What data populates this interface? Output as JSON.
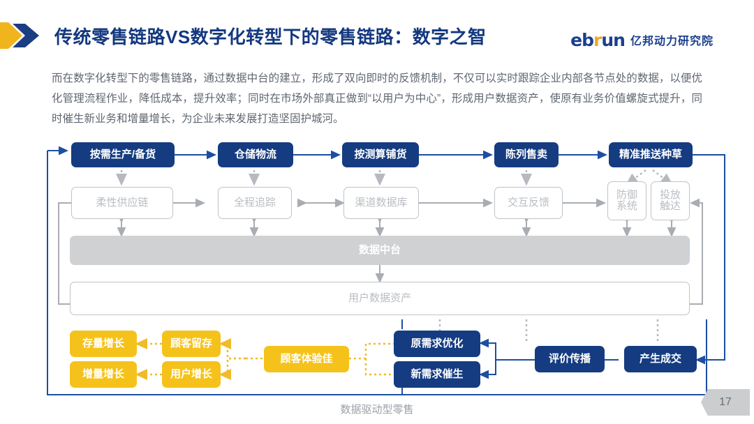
{
  "header": {
    "title": "传统零售链路VS数字化转型下的零售链路：数字之智",
    "logo_word_a": "eb",
    "logo_word_r": "r",
    "logo_word_b": "un",
    "logo_cn": "亿邦动力研究院",
    "colors": {
      "brand_blue": "#13387f",
      "brand_yellow": "#f0a81e"
    }
  },
  "body": {
    "paragraph": "而在数字化转型下的零售链路，通过数据中台的建立，形成了双向即时的反馈机制，不仅可以实时跟踪企业内部各节点处的数据，以便优化管理流程作业，降低成本，提升效率；同时在市场外部真正做到“以用户为中心”，形成用户数据资产，使原有业务价值螺旋式提升，同时催生新业务和增量增长，为企业未来发展打造坚固护城河。"
  },
  "diagram": {
    "caption": "数据驱动型零售",
    "top_row": [
      {
        "label": "按需生产/备货"
      },
      {
        "label": "仓储物流"
      },
      {
        "label": "按测算铺货"
      },
      {
        "label": "陈列售卖"
      },
      {
        "label": "精准推送种草"
      }
    ],
    "second_row": [
      {
        "label": "柔性供应链"
      },
      {
        "label": "全程追踪"
      },
      {
        "label": "渠道数据库"
      },
      {
        "label": "交互反馈"
      },
      {
        "label": "防御\n系统"
      },
      {
        "label": "投放\n触达"
      }
    ],
    "middle_bars": [
      {
        "label": "数据中台",
        "style": "filled"
      },
      {
        "label": "用户数据资产",
        "style": "outline"
      }
    ],
    "yellow_boxes": [
      {
        "label": "存量增长"
      },
      {
        "label": "增量增长"
      },
      {
        "label": "顾客留存"
      },
      {
        "label": "用户增长"
      },
      {
        "label": "顾客体验佳"
      }
    ],
    "bottom_blue": [
      {
        "label": "原需求优化"
      },
      {
        "label": "新需求催生"
      },
      {
        "label": "评价传播"
      },
      {
        "label": "产生成交"
      }
    ],
    "colors": {
      "node_blue": "#153c81",
      "node_yellow": "#f5c21b",
      "node_gray_border": "#bfc3c7",
      "bar_gray": "#cfd1d3"
    }
  },
  "footer": {
    "page_number": "17"
  }
}
